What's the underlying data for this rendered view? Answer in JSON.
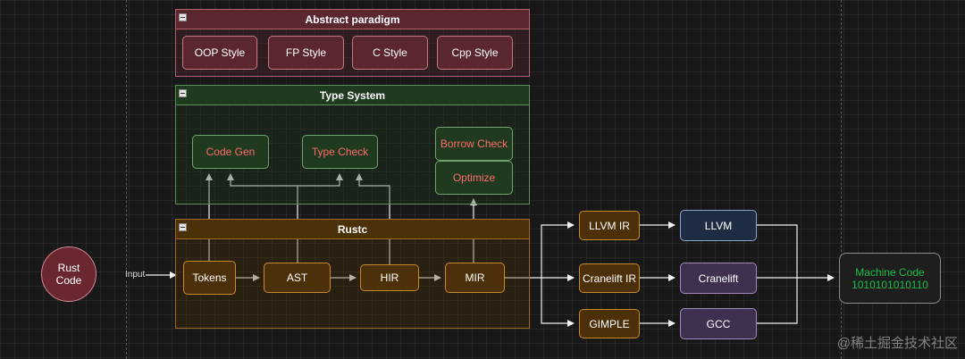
{
  "groups": {
    "paradigm": {
      "title": "Abstract paradigm",
      "items": [
        "OOP Style",
        "FP Style",
        "C Style",
        "Cpp Style"
      ]
    },
    "type_system": {
      "title": "Type System",
      "items": [
        "Code Gen",
        "Type Check",
        "Borrow Check",
        "Optimize"
      ]
    },
    "rustc": {
      "title": "Rustc",
      "items": [
        "Tokens",
        "AST",
        "HIR",
        "MIR"
      ]
    }
  },
  "source": {
    "line1": "Rust",
    "line2": "Code",
    "edge_label": "Input"
  },
  "backends": {
    "ir": [
      "LLVM IR",
      "Cranelift IR",
      "GIMPLE"
    ],
    "compilers": [
      "LLVM",
      "Cranelift",
      "GCC"
    ]
  },
  "output": {
    "line1": "Machine Code",
    "line2": "1010101010110"
  },
  "watermark": "@稀土掘金技术社区",
  "colors": {
    "paradigm_fill": "#5a2630",
    "type_system_fill": "#203a20",
    "rustc_fill": "#4b300a",
    "llvm_fill": "#1e2d44",
    "purple_fill": "#3f3050",
    "machine_text": "#1bbf4a",
    "type_text": "#ff6b6b"
  }
}
